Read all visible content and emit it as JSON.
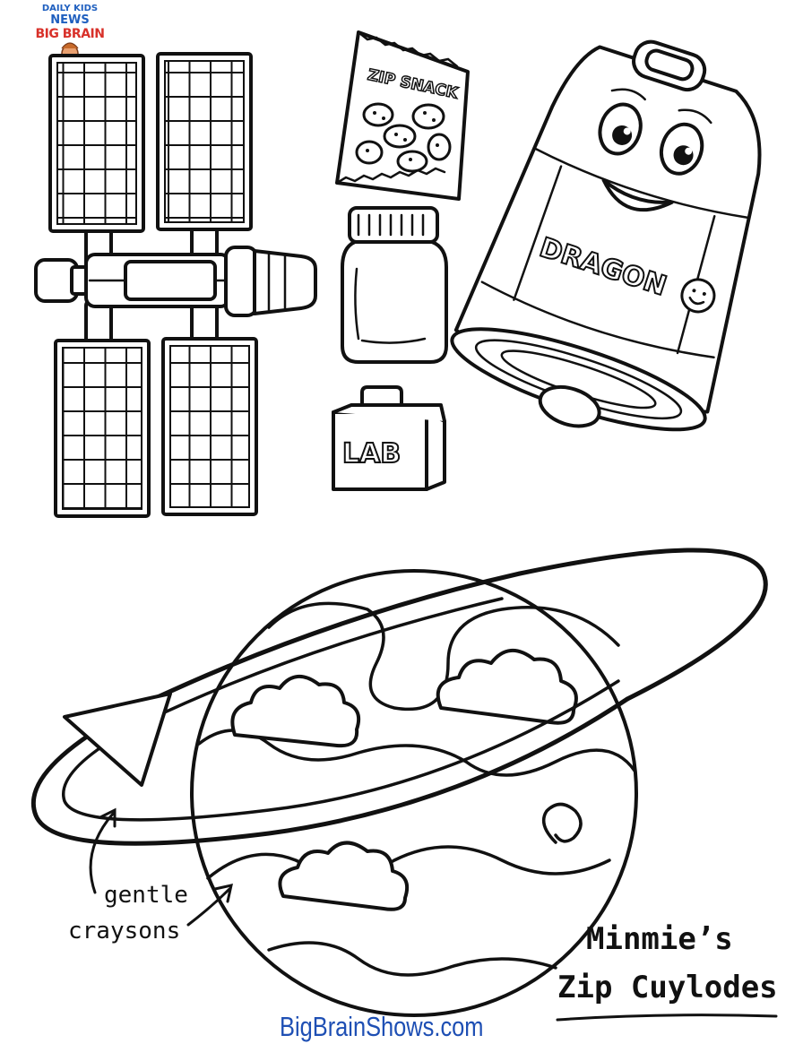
{
  "logo": {
    "line1": "DAILY KIDS",
    "line2": "NEWS",
    "line3": "BIG BRAIN",
    "brand_colors": {
      "blue": "#1f5fbf",
      "yellow": "#f6c21c",
      "red": "#d8312a"
    }
  },
  "items": {
    "snack_label": "ZIP SNACK",
    "capsule_label": "DRAGON",
    "lab_label": "LAB"
  },
  "annotation": {
    "line1": "gentle",
    "line2": "craysons"
  },
  "title": {
    "line1": "Minmie’s",
    "line2": "Zip Cuylodes"
  },
  "footer": {
    "url": "BigBrainShows.com"
  },
  "colors": {
    "ink": "#111111",
    "paper": "#ffffff",
    "footer_blue": "#1e4fb4"
  }
}
